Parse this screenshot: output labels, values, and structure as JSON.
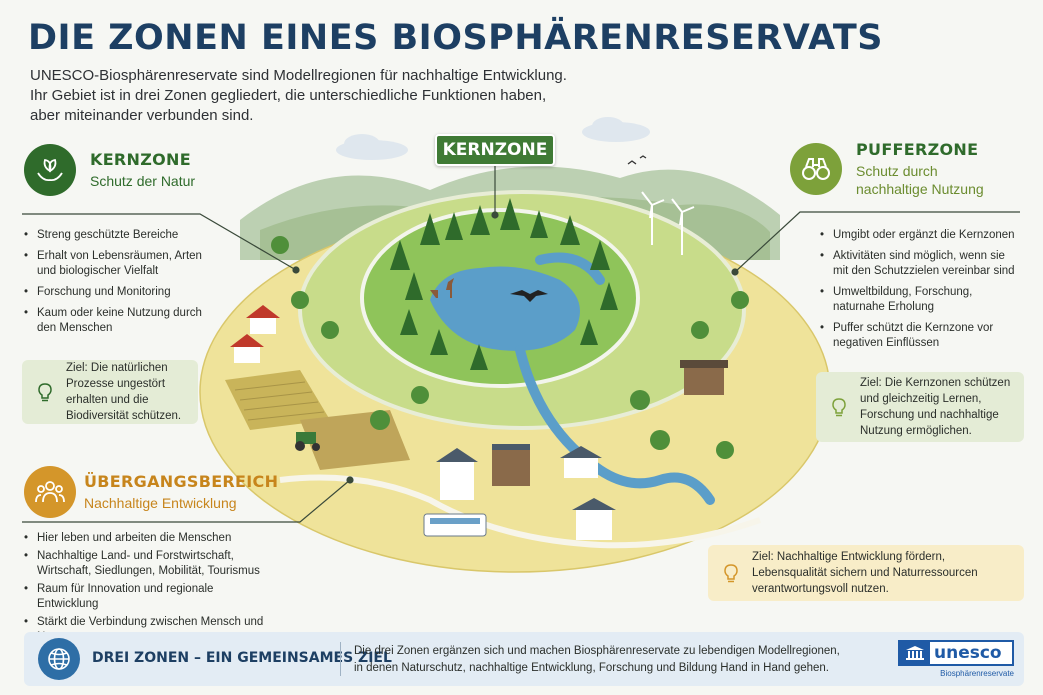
{
  "title": "DIE ZONEN EINES BIOSPHÄRENRESERVATS",
  "intro": [
    "UNESCO-Biosphärenreservate sind Modellregionen für nachhaltige Entwicklung.",
    "Ihr Gebiet ist in drei Zonen gegliedert, die unterschiedliche Funktionen haben,",
    "aber miteinander verbunden sind."
  ],
  "map_label": "KERNZONE",
  "kernzone": {
    "title": "KERNZONE",
    "subtitle": "Schutz der Natur",
    "icon": "hands-leaf-icon",
    "color": "#2f6b2b",
    "bullets": [
      "Streng geschützte Bereiche",
      "Erhalt von Lebensräumen, Arten und biologischer Vielfalt",
      "Forschung und Monitoring",
      "Kaum oder keine Nutzung durch den Menschen"
    ],
    "goal": "Ziel: Die natürlichen Prozesse ungestört erhalten und die Biodiversität schützen."
  },
  "pufferzone": {
    "title": "PUFFERZONE",
    "subtitle_lines": [
      "Schutz durch",
      "nachhaltige Nutzung"
    ],
    "icon": "binoculars-icon",
    "color": "#7da13a",
    "bullets": [
      "Umgibt oder ergänzt die Kernzonen",
      "Aktivitäten sind möglich, wenn sie mit den Schutzzielen vereinbar sind",
      "Umweltbildung, Forschung, naturnahe Erholung",
      "Puffer schützt die Kernzone vor negativen Einflüssen"
    ],
    "goal": "Ziel: Die Kernzonen schützen und gleichzeitig Lernen, Forschung und nachhaltige Nutzung ermöglichen."
  },
  "uebergang": {
    "title": "ÜBERGANGSBEREICH",
    "subtitle": "Nachhaltige Entwicklung",
    "icon": "people-icon",
    "color": "#d4962a",
    "bullets": [
      "Hier leben und arbeiten die Menschen",
      "Nachhaltige Land- und Forstwirtschaft, Wirtschaft, Siedlungen, Mobilität, Tourismus",
      "Raum für Innovation und regionale Entwicklung",
      "Stärkt die Verbindung zwischen Mensch und Natur"
    ],
    "goal": "Ziel: Nachhaltige Entwicklung fördern, Lebensqualität sichern und Naturressourcen verantwortungsvoll nutzen."
  },
  "footer": {
    "title": "DREI ZONEN – EIN GEMEINSAMES ZIEL",
    "text_lines": [
      "Die drei Zonen ergänzen sich und machen Biosphärenreservate zu lebendigen Modellregionen,",
      "in denen Naturschutz, nachhaltige Entwicklung, Forschung und Bildung Hand in Hand gehen."
    ],
    "icon": "globe-icon",
    "logo_word": "unesco",
    "logo_sub": "Biosphärenreservate"
  }
}
